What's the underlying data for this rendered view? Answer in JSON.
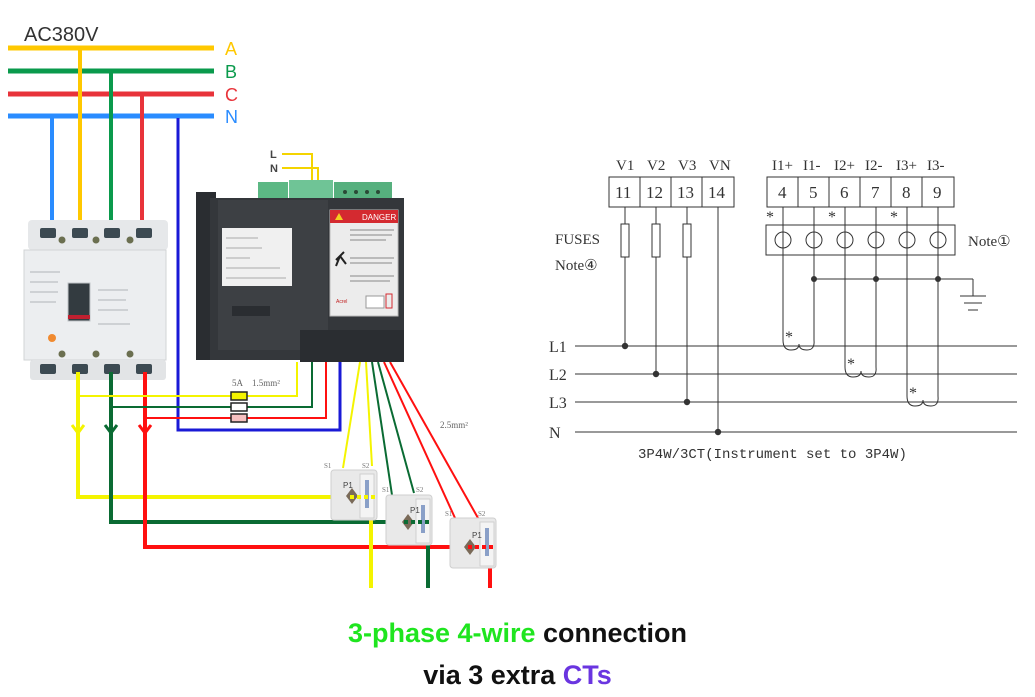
{
  "left_diagram": {
    "supply_label": "AC380V",
    "bus_labels": [
      "A",
      "B",
      "C",
      "N"
    ],
    "colors": {
      "A": "#ffc800",
      "B": "#0a9a4c",
      "C": "#e8333a",
      "N": "#2a8cff",
      "neutral_wire": "#1a1ad6",
      "yellow_wire": "#f4f400",
      "green_wire": "#0a6b33",
      "red_wire": "#ff1010"
    },
    "meter_aux_labels": [
      "L",
      "N"
    ],
    "meter_danger_label": "DANGER",
    "fuse_label": "5A",
    "voltage_wire_label": "1.5mm²",
    "current_wire_label": "2.5mm²",
    "ct_labels": {
      "s1": "S1",
      "s2": "S2",
      "p1": "P1"
    }
  },
  "right_diagram": {
    "voltage_terminals": [
      {
        "label": "V1",
        "number": "11"
      },
      {
        "label": "V2",
        "number": "12"
      },
      {
        "label": "V3",
        "number": "13"
      },
      {
        "label": "VN",
        "number": "14"
      }
    ],
    "current_terminals": [
      {
        "label": "I1+",
        "number": "4"
      },
      {
        "label": "I1-",
        "number": "5"
      },
      {
        "label": "I2+",
        "number": "6"
      },
      {
        "label": "I2-",
        "number": "7"
      },
      {
        "label": "I3+",
        "number": "8"
      },
      {
        "label": "I3-",
        "number": "9"
      }
    ],
    "fuses_label": "FUSES",
    "fuses_note": "Note④",
    "block_note": "Note①",
    "polarity_mark": "*",
    "lines": [
      "L1",
      "L2",
      "L3",
      "N"
    ],
    "footer": "3P4W/3CT(Instrument set to 3P4W)"
  },
  "caption": {
    "line1_highlight": "3-phase 4-wire",
    "line1_rest": " connection",
    "line2_prefix": "via 3 extra ",
    "line2_highlight": "CTs"
  }
}
